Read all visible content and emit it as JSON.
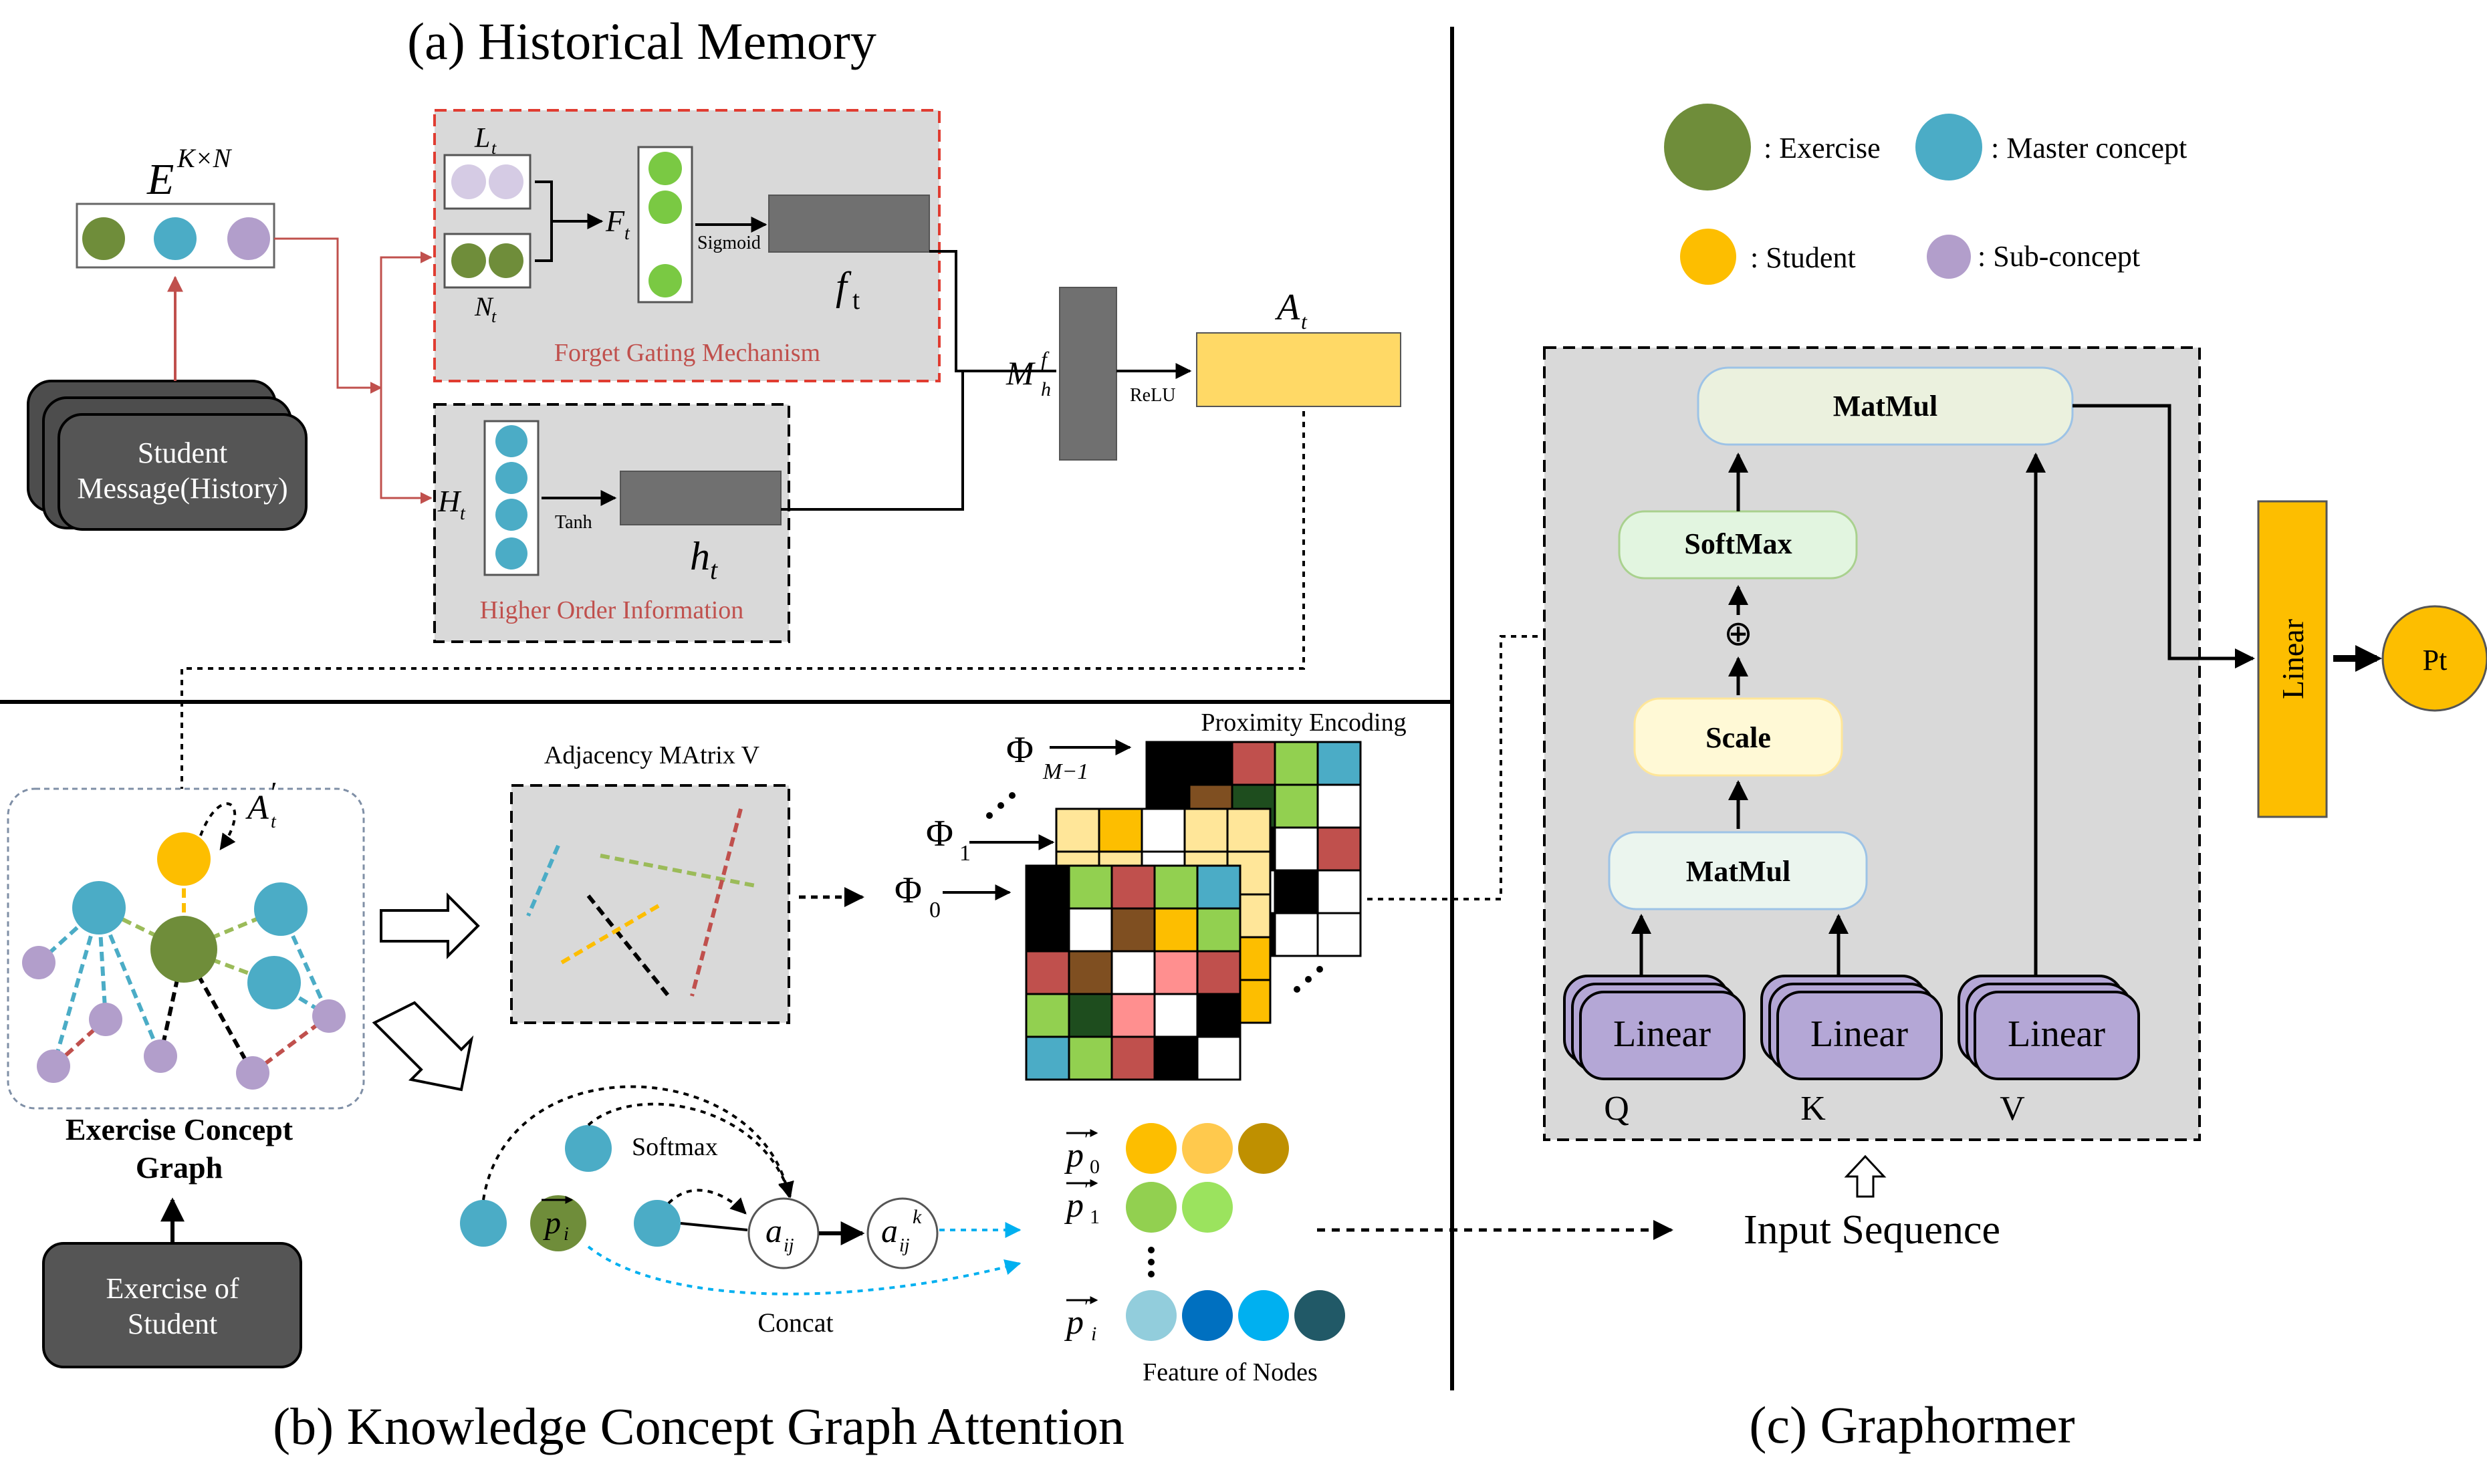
{
  "titles": {
    "a": "(a) Historical Memory",
    "b": "(b) Knowledge Concept Graph Attention",
    "c": "(c) Graphormer"
  },
  "memory": {
    "embedding_base": "E",
    "embedding_sup": "K×N",
    "student_msg_line1": "Student",
    "student_msg_line2": "Message(History)",
    "L": "L",
    "N": "N",
    "F": "F",
    "H": "H",
    "t": "t",
    "sigmoid": "Sigmoid",
    "tanh": "Tanh",
    "relu": "ReLU",
    "f_base": "f",
    "f_sub": "t",
    "h_base": "h",
    "h_sub": "t",
    "M_base": "M",
    "M_sup": "f",
    "M_sub": "h",
    "A_base": "A",
    "A_sub": "t",
    "forget_label": "Forget Gating Mechanism",
    "higher_label": "Higher Order Information"
  },
  "legend": {
    "exercise": ": Exercise",
    "master": ": Master concept",
    "student": ": Student",
    "sub": ": Sub-concept"
  },
  "graph": {
    "title_line1": "Exercise Concept",
    "title_line2": "Graph",
    "exercise_box_line1": "Exercise of",
    "exercise_box_line2": "Student",
    "aprime_base": "A",
    "aprime_sup": "′",
    "aprime_sub": "t",
    "adj_title": "Adjacency MAtrix V",
    "prox_title": "Proximity Encoding",
    "phi": "Φ",
    "phi0_sub": "0",
    "phi1_sub": "1",
    "phiM_sub": "M−1",
    "softmax": "Softmax",
    "concat": "Concat",
    "p_i": "p",
    "p_sub": "i",
    "a": "a",
    "a_sub": "ij",
    "a_sup": "k",
    "feat_p0_sub": "0",
    "feat_p1_sub": "1",
    "feat_pi_sub": "i",
    "feature_label": "Feature of Nodes",
    "input_seq": "Input Sequence"
  },
  "graphormer": {
    "matmul_top": "MatMul",
    "softmax": "SoftMax",
    "plus": "⊕",
    "scale": "Scale",
    "matmul_bottom": "MatMul",
    "linear_q": "Linear",
    "linear_k": "Linear",
    "linear_v": "Linear",
    "q": "Q",
    "k": "K",
    "v": "V",
    "linear_out": "Linear",
    "pt": "Pt"
  },
  "colors": {
    "exercise": "#6f8d3a",
    "master": "#4bacc6",
    "student": "#fdbe00",
    "sub": "#b29ecb",
    "dark_box": "#555555",
    "gray_panel": "#d9d9d9",
    "yellow_block": "#ffd966",
    "red_dash": "#e03c31",
    "linear_purple": "#b4a7d6"
  }
}
